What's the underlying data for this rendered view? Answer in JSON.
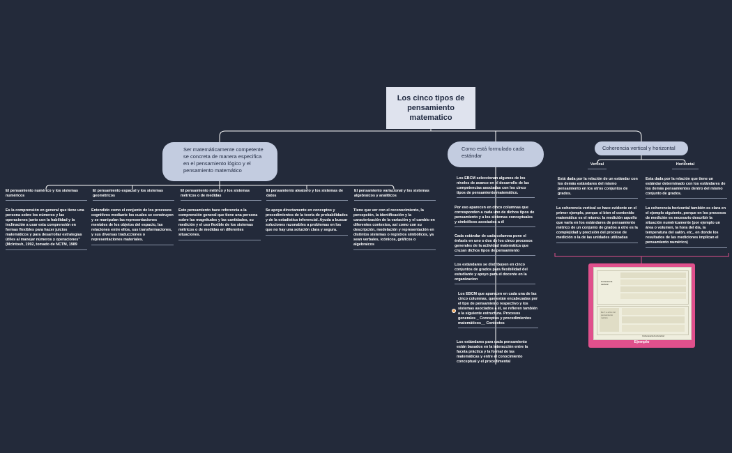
{
  "root": {
    "title": "Los cinco tipos de pensamiento matematico"
  },
  "branch1": {
    "label": "Ser matemáticamente competente se concreta de manera especifica en el pensamiento lógico y el pensamiento matemático",
    "categories": [
      {
        "title": "El pensamiento numérico y los sistemas numéricos",
        "text": "Es la comprensión en general que tiene una persona sobre los números y las operaciones junto con la habilidad y la inclinación a usar esta comprensión en formas flexibles para hacer juicios matemáticos y para desarrollar estrategias útiles al manejar números y operaciones” (McIntosh, 1992, tomado de NCTM, 1989"
      },
      {
        "title": "El pensamiento espacial y los sistemas geométricos",
        "text": "Entendido como el conjunto de los procesos cognitivos mediante los cuales se construyen y se manipulan las representaciones mentales de los objetos del espacio, las relaciones entre ellos, sus transformaciones, y sus diversas traducciones o representaciones materiales."
      },
      {
        "title": "El pensamiento métrico y los sistemas métricos o de medidas",
        "text": "Este pensamiento hace referencia a la comprensión general que tiene una persona sobre las magnitudes y las cantidades, su medición y el uso flexible de los sistemas métricos o de medidas en diferentes situaciones."
      },
      {
        "title": "El pensamiento aleatorio y los sistemas de datos",
        "text": "Se apoya directamente en conceptos y procedimientos de la teoría de probabilidades y de la estadística inferencial. Ayuda a buscar soluciones razonables a problemas en los que no hay una solución clara y segura."
      },
      {
        "title": "El pensamiento variacional y los sistemas algebraicos y analíticos",
        "text": "Tiene que ver con el reconocimiento, la percepción, la identificación y la caracterización de la variación y el cambio en diferentes contextos, así como con su descripción, modelación y representación en distintos sistemas o registros simbólicos, ya sean verbales, icónicos, gráficos o algebraicos"
      }
    ]
  },
  "branch2": {
    "label": "Como está formulado cada estándar",
    "items": [
      "Los EBCM seleccionan algunos de los niveles de avance en el desarrollo de las competencias asociadas con los cinco tipos de pensamiento matemático.",
      "Por eso aparecen en cinco columnas que corresponden a cada uno de dichos tipos de pensamiento y a los sistemas conceptuales y simbólicos asociados a él",
      "Cada estándar de cada columna pone el énfasis en uno o dos de los cinco procesos generales de la actividad matemática que cruzan dichos tipos de pensamiento",
      "Los estándares se distribuyen en cinco conjuntos de grados  para flexibilidad del estudiante y apoyo para el docente en la organizacion",
      "Los EBCM que aparecen en cada una de las cinco columnas, que están encabezadas por el tipo de pensamiento respectivo y los sistemas asociados a él, se refieren también a la siguiente estructura. Procesos generales _ Conceptos y procedimientos matemáticos__ Contextos",
      "Los estándares para cada pensamiento están basados en la interacción entre la faceta práctica y la formal de las matemáticas y entre el conocimiento conceptual y el procedimental"
    ]
  },
  "branch3": {
    "label": "Coherencia vertical y horizontal",
    "vertical": {
      "title": "Vertical",
      "desc": "Está dada por la relación de un estándar con los demás estándares del mismo pensamiento en los otros conjuntos de grados.",
      "text": "La coherencia vertical se hace evidente en el primer ejemplo, porque si bien el contenido matemático es el mismo: la medición aquello que varía en los estándares de pensamiento métrico de un conjunto de grados a otro es la complejidad y precisión del proceso de medición o la de las unidades utilizadas"
    },
    "horizontal": {
      "title": "Horizontal",
      "desc": "Esta dada por la relación que tiene un estándar determinado con los estándares de los demás pensamientos dentro del mismo conjunto de grados.",
      "text": "La coherencia horizontal también es clara en el ejemplo siguiente, porque en los procesos de medición es necesario describir la situación numéricamente (por ejemplo un área o volumen, la hora del día, la temperatura del salón, etc., en donde los resultados de las mediciones implican el pensamiento numérico)"
    },
    "example_label": "Ejemplo",
    "example_image": {
      "left_top": "Coherencia vertical",
      "left_bottom": "De 7.o a 9.o: El pensamiento métrico",
      "bottom": "Coherencia horizontal"
    }
  },
  "colors": {
    "background": "#232a3a",
    "root": "#dfe3ee",
    "pill": "#c3cce0",
    "line": "#ffffff",
    "accent": "#e0508c",
    "bullet": "#e8a35a"
  }
}
